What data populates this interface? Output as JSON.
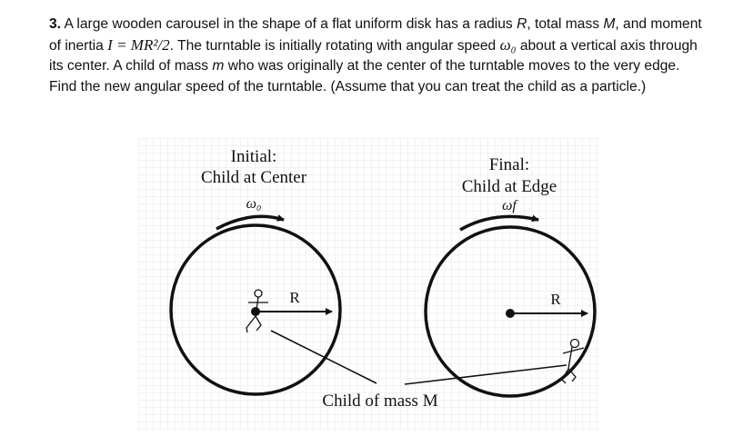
{
  "problem": {
    "number": "3.",
    "text_1": " A large wooden carousel in the shape of a flat uniform disk has a radius ",
    "var_R": "R",
    "text_2": ", total mass ",
    "var_M": "M",
    "text_3": ", and moment of inertia ",
    "inertia_formula": "I = MR²/2",
    "text_4": ". The turntable is initially rotating with angular speed ",
    "omega_0": "ω₀",
    "text_5": " about a vertical axis through its center. A child of mass ",
    "var_m": "m",
    "text_6": " who was originally at the center of the turntable moves to the very edge. Find the new angular speed of the turntable. (Assume that you can treat the child as a particle.)"
  },
  "figure": {
    "initial_label_1": "Initial:",
    "initial_label_2": "Child at Center",
    "initial_omega": "ω₀",
    "final_label_1": "Final:",
    "final_label_2": "Child at Edge",
    "final_omega": "ωf",
    "radius_label_left": "R",
    "radius_label_right": "R",
    "child_label": "Child of mass M"
  },
  "colors": {
    "grid": "#e6e6e6",
    "ink": "#111111"
  }
}
